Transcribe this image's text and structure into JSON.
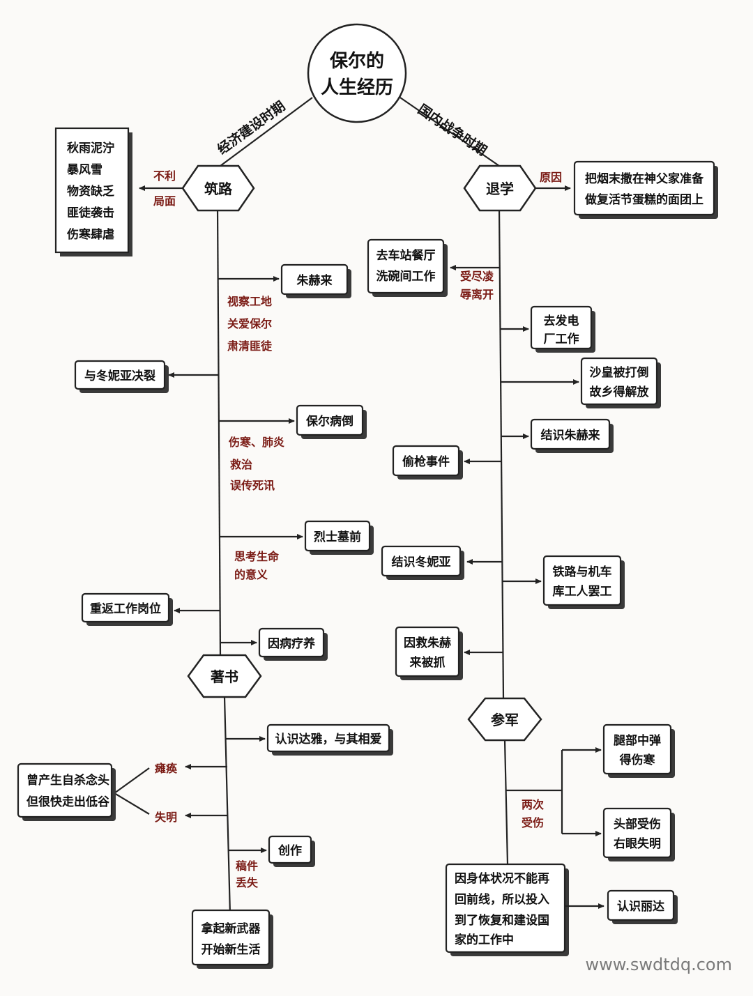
{
  "center": {
    "line1": "保尔的",
    "line2": "人生经历"
  },
  "periods": {
    "left": "经济建设时期",
    "right": "国内战争时期"
  },
  "hex": {
    "zhulu": "筑路",
    "zhushu": "著书",
    "tuixue": "退学",
    "canjun": "参军"
  },
  "left": {
    "unfav_label": [
      "不利",
      "局面"
    ],
    "unfav_box": [
      "秋雨泥泞",
      "暴风雪",
      "物资缺乏",
      "匪徒袭击",
      "伤寒肆虐"
    ],
    "zhuhelai": "朱赫来",
    "zhuhelai_note": [
      "视察工地",
      "关爱保尔",
      "肃清匪徒"
    ],
    "dongniya": "与冬妮亚决裂",
    "bingdao": "保尔病倒",
    "bingdao_note": [
      "伤寒、肺炎",
      "救治",
      "误传死讯"
    ],
    "mu": "烈士墓前",
    "mu_note": [
      "思考生命",
      "的意义"
    ],
    "chongfan": "重返工作岗位",
    "liaoyang": "因病疗养",
    "daya": "认识达雅，与其相爱",
    "tanhuan": "瘫痪",
    "shiming": "失明",
    "zisha": [
      "曾产生自杀念头",
      "但很快走出低谷"
    ],
    "chuangzuo": "创作",
    "gaojian": [
      "稿件",
      "丢失"
    ],
    "xinwuqi": [
      "拿起新武器",
      "开始新生活"
    ]
  },
  "right": {
    "yuanyin_label": "原因",
    "yuanyin_box": [
      "把烟末撒在神父家准备",
      "做复活节蛋糕的面团上"
    ],
    "canting": [
      "去车站餐厅",
      "洗碗间工作"
    ],
    "lingru": [
      "受尽凌",
      "辱离开"
    ],
    "fadian": [
      "去发电",
      "厂工作"
    ],
    "shahuang": [
      "沙皇被打倒",
      "故乡得解放"
    ],
    "jieshizhu": "结识朱赫来",
    "touqiang": "偷枪事件",
    "jieshidong": "结识冬妮亚",
    "tielu": [
      "铁路与机车",
      "库工人罢工"
    ],
    "beizhua": [
      "因救朱赫",
      "来被抓"
    ],
    "tuibu": [
      "腿部中弹",
      "得伤寒"
    ],
    "toubu": [
      "头部受伤",
      "右眼失明"
    ],
    "liangci": [
      "两次",
      "受伤"
    ],
    "huifu": [
      "因身体状况不能再",
      "回前线，所以投入",
      "到了恢复和建设国",
      "家的工作中"
    ],
    "lida": "认识丽达"
  },
  "watermark": "www.swdtdq.com"
}
